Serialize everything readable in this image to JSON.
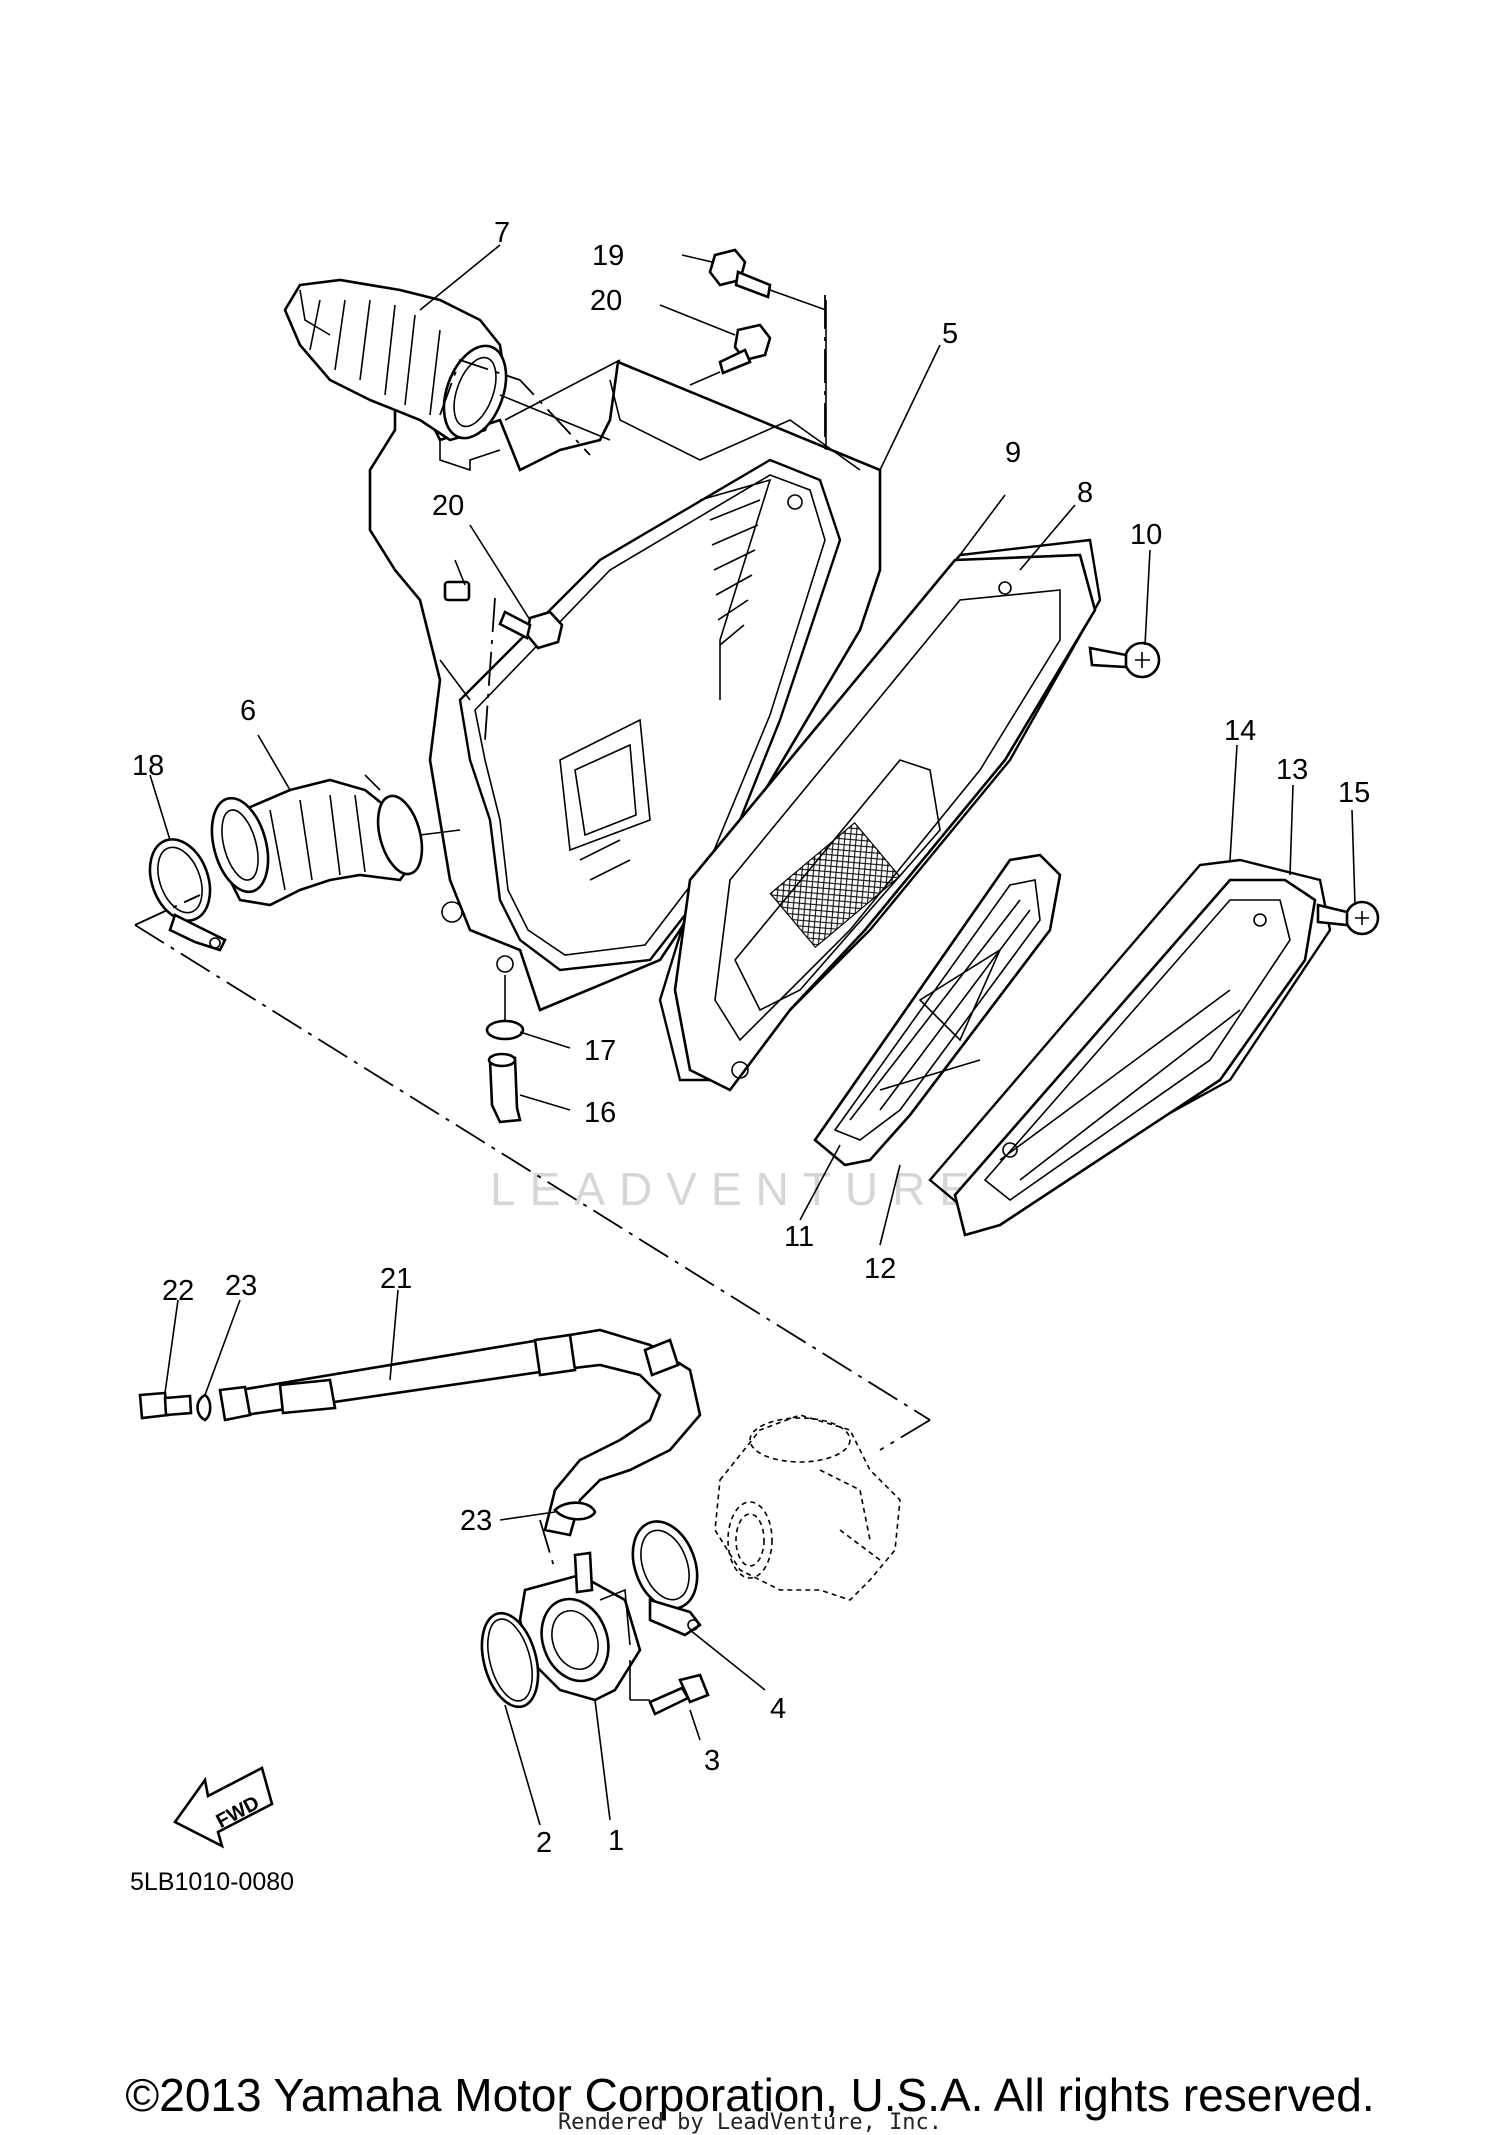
{
  "diagram": {
    "part_code": "5LB1010-0080",
    "watermark": "LEADVENTURE",
    "fwd_label": "FWD",
    "copyright": "©2013 Yamaha Motor Corporation, U.S.A. All rights reserved.",
    "rendered_by": "Rendered by LeadVenture, Inc.",
    "callouts": {
      "c1": "1",
      "c2": "2",
      "c3": "3",
      "c4": "4",
      "c5": "5",
      "c6": "6",
      "c7": "7",
      "c8": "8",
      "c9": "9",
      "c10": "10",
      "c11": "11",
      "c12": "12",
      "c13": "13",
      "c14": "14",
      "c15": "15",
      "c16": "16",
      "c17": "17",
      "c18": "18",
      "c19": "19",
      "c20a": "20",
      "c20b": "20",
      "c21": "21",
      "c22": "22",
      "c23a": "23",
      "c23b": "23"
    }
  }
}
